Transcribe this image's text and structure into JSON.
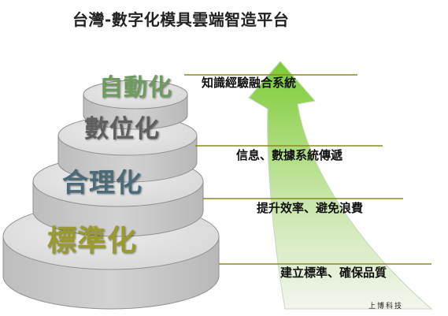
{
  "title": "台灣-數字化模具雲端智造平台",
  "tiers": [
    {
      "label": "自動化",
      "color": "#6e9c5e"
    },
    {
      "label": "數位化",
      "color": "#5f5f5f"
    },
    {
      "label": "合理化",
      "color": "#4b6b7a"
    },
    {
      "label": "標準化",
      "color": "#9a9b2c"
    }
  ],
  "descriptions": [
    "知識經驗融合系統",
    "信息、數據系統傳遞",
    "提升效率、避免浪費",
    "建立標準、確保品質"
  ],
  "footer": "上博科技",
  "colors": {
    "arrow_tip": "#7bcc33",
    "arrow_base": "#f2f5ee",
    "guide_line": "#8a8a1f",
    "disk_face": "#d9d9d9",
    "disk_side": "#c6c6c6",
    "disk_outline": "#909090"
  }
}
